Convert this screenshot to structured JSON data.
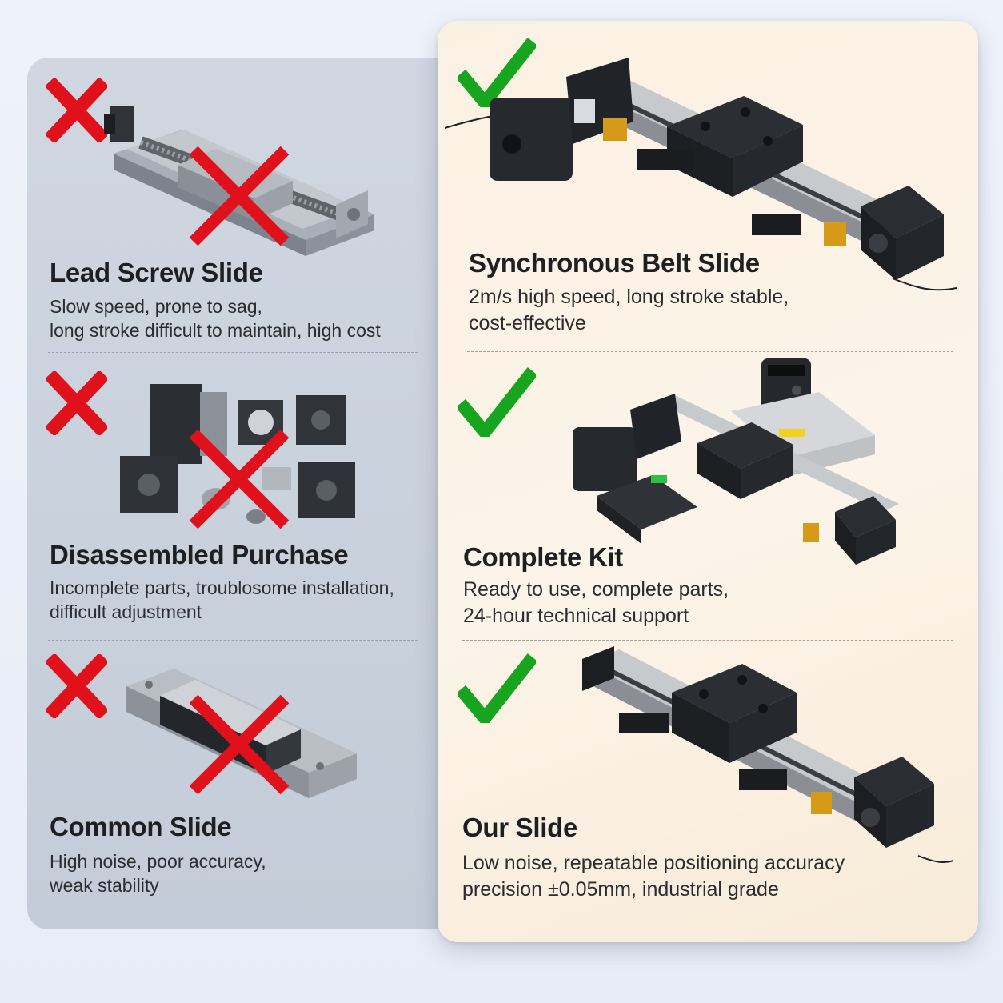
{
  "colors": {
    "cross_red": "#e0111b",
    "check_green": "#17a51f",
    "left_panel": "#c9d0da",
    "right_panel": "#fbf1e3"
  },
  "icons": {
    "negative": "x-mark-icon",
    "positive": "check-mark-icon"
  },
  "left_column": [
    {
      "title": "Lead Screw Slide",
      "lines": [
        "Slow speed, prone to sag,",
        "long stroke difficult to maintain, high cost"
      ]
    },
    {
      "title": "Disassembled Purchase",
      "lines": [
        "Incomplete parts, troublosome installation,",
        "difficult adjustment"
      ]
    },
    {
      "title": "Common Slide",
      "lines": [
        "High noise, poor accuracy,",
        "weak stability"
      ]
    }
  ],
  "right_column": [
    {
      "title": "Synchronous Belt Slide",
      "lines": [
        "2m/s high speed, long stroke stable,",
        "cost-effective"
      ]
    },
    {
      "title": "Complete Kit",
      "lines": [
        "Ready to use, complete parts,",
        "24-hour technical support"
      ]
    },
    {
      "title": "Our Slide",
      "lines": [
        "Low noise, repeatable positioning accuracy",
        "precision ±0.05mm,  industrial grade"
      ]
    }
  ]
}
